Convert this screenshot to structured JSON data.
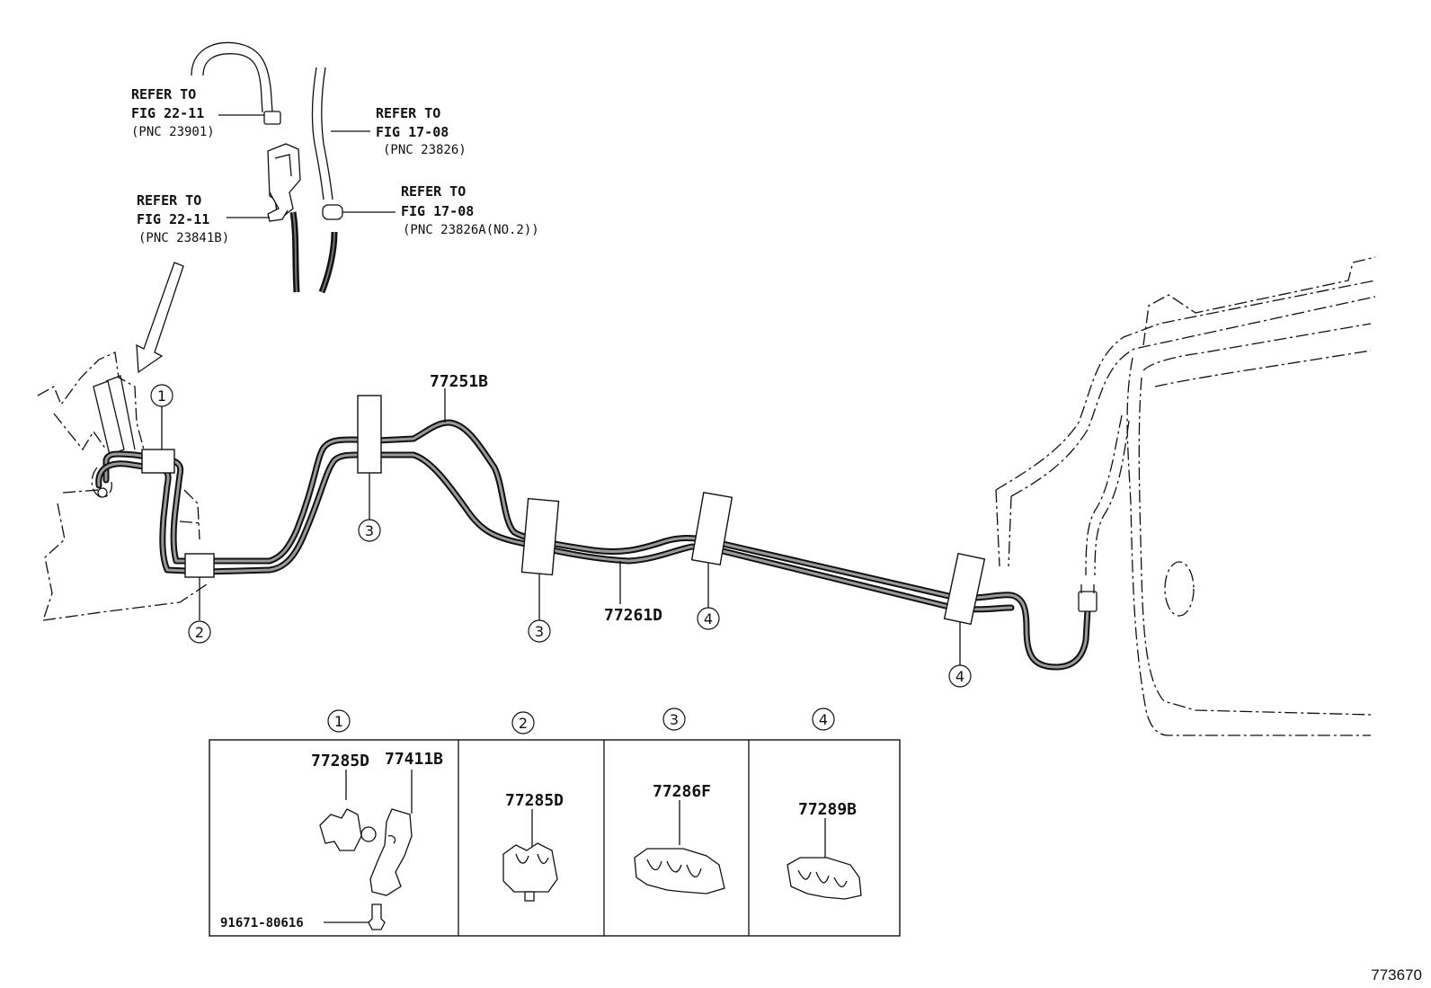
{
  "refs": [
    {
      "line1": "REFER TO",
      "line2": "FIG 22-11",
      "line3": "(PNC 23901)"
    },
    {
      "line1": "REFER TO",
      "line2": "FIG 17-08",
      "line3": "(PNC 23826)"
    },
    {
      "line1": "REFER TO",
      "line2": "FIG 22-11",
      "line3": "(PNC 23841B)"
    },
    {
      "line1": "REFER TO",
      "line2": "FIG 17-08",
      "line3": "(PNC 23826A(NO.2))"
    }
  ],
  "main_parts": {
    "upper_tube": "77251B",
    "lower_tube": "77261D"
  },
  "callouts": [
    "1",
    "2",
    "3",
    "3",
    "4",
    "4"
  ],
  "detail_panels": [
    {
      "number": "1",
      "parts": [
        "77285D",
        "77411B",
        "91671-80616"
      ]
    },
    {
      "number": "2",
      "parts": [
        "77285D"
      ]
    },
    {
      "number": "3",
      "parts": [
        "77286F"
      ]
    },
    {
      "number": "4",
      "parts": [
        "77289B"
      ]
    }
  ],
  "figure_number": "773670"
}
